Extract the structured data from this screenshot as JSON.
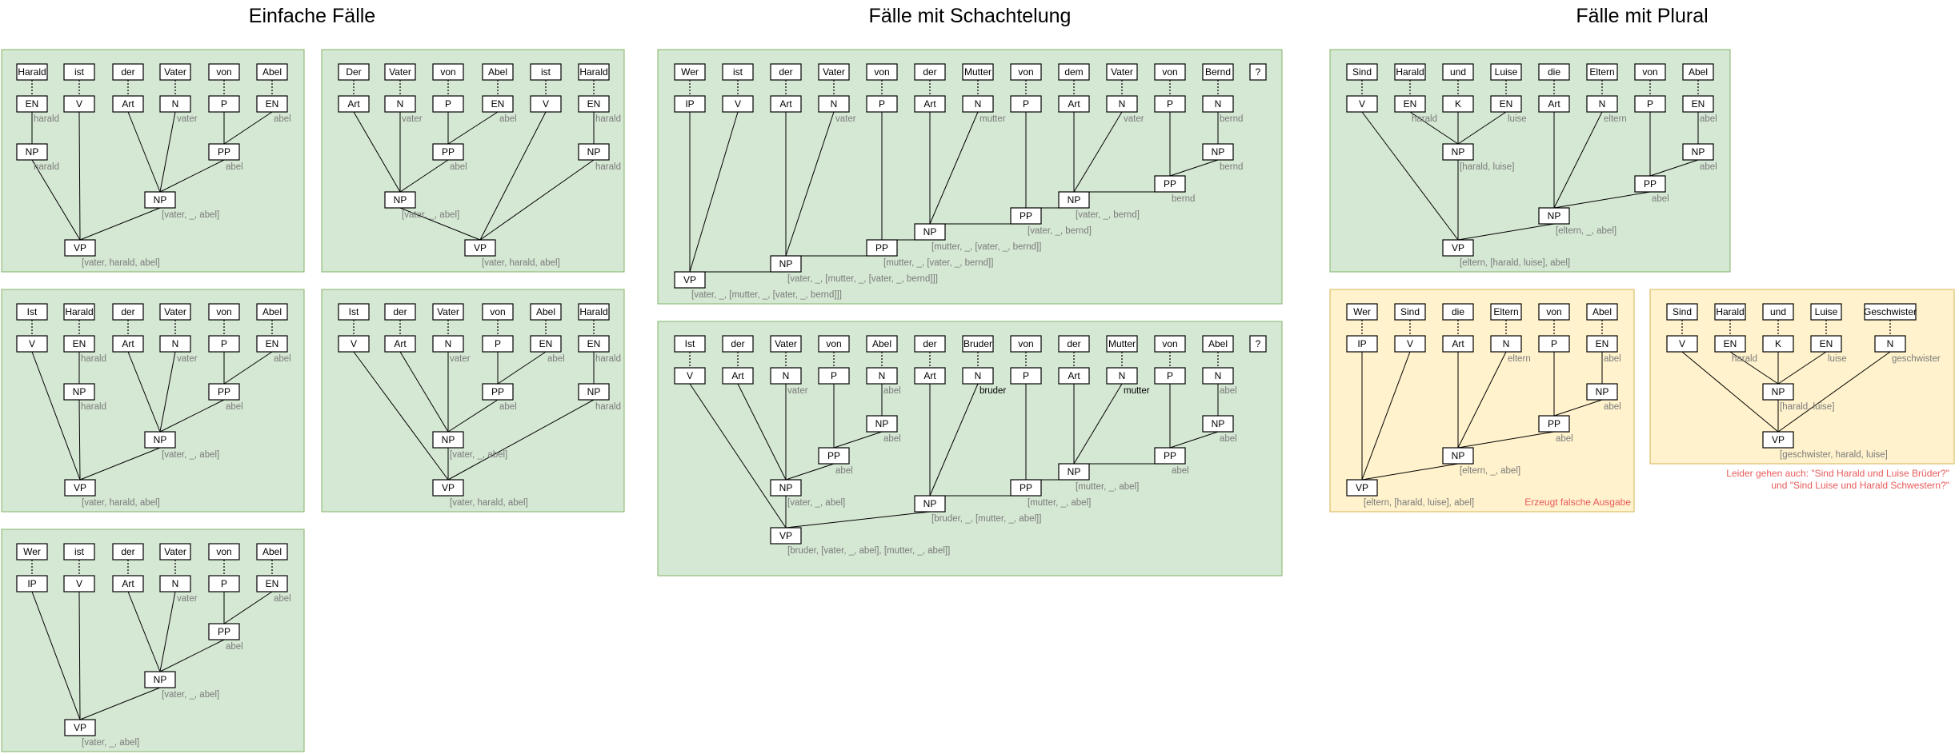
{
  "headers": [
    "Einfache Fälle",
    "Fälle mit Schachtelung",
    "Fälle mit Plural"
  ],
  "colors": {
    "green_panel": "#d5e8d4",
    "yellow_panel": "#fff2cc",
    "warning_text": "#e85a5a"
  },
  "panels": [
    {
      "name": "einfach-1",
      "color": "green",
      "words": [
        "Harald",
        "ist",
        "der",
        "Vater",
        "von",
        "Abel"
      ],
      "pos": [
        "EN",
        "V",
        "Art",
        "N",
        "P",
        "EN"
      ],
      "sems": [
        "harald",
        "",
        "",
        "vater",
        "",
        "abel"
      ],
      "nodes": [
        {
          "label": "NP",
          "sem": "harald"
        },
        {
          "label": "PP",
          "sem": "abel"
        },
        {
          "label": "NP",
          "sem": "[vater, _, abel]"
        },
        {
          "label": "VP",
          "sem": "[vater, harald, abel]"
        }
      ]
    },
    {
      "name": "einfach-2",
      "color": "green",
      "words": [
        "Der",
        "Vater",
        "von",
        "Abel",
        "ist",
        "Harald"
      ],
      "pos": [
        "Art",
        "N",
        "P",
        "EN",
        "V",
        "EN"
      ],
      "sems": [
        "",
        "vater",
        "",
        "abel",
        "",
        "harald"
      ],
      "nodes": [
        {
          "label": "PP",
          "sem": "abel"
        },
        {
          "label": "NP",
          "sem": "harald"
        },
        {
          "label": "NP",
          "sem": "[vater, _, abel]"
        },
        {
          "label": "VP",
          "sem": "[vater, harald, abel]"
        }
      ]
    },
    {
      "name": "einfach-3",
      "color": "green",
      "words": [
        "Ist",
        "Harald",
        "der",
        "Vater",
        "von",
        "Abel"
      ],
      "pos": [
        "V",
        "EN",
        "Art",
        "N",
        "P",
        "EN"
      ],
      "sems": [
        "",
        "harald",
        "",
        "vater",
        "",
        "abel"
      ],
      "nodes": [
        {
          "label": "NP",
          "sem": "harald"
        },
        {
          "label": "PP",
          "sem": "abel"
        },
        {
          "label": "NP",
          "sem": "[vater, _, abel]"
        },
        {
          "label": "VP",
          "sem": "[vater, harald, abel]"
        }
      ]
    },
    {
      "name": "einfach-4",
      "color": "green",
      "words": [
        "Ist",
        "der",
        "Vater",
        "von",
        "Abel",
        "Harald"
      ],
      "pos": [
        "V",
        "Art",
        "N",
        "P",
        "EN",
        "EN"
      ],
      "sems": [
        "",
        "",
        "vater",
        "",
        "abel",
        "harald"
      ],
      "nodes": [
        {
          "label": "PP",
          "sem": "abel"
        },
        {
          "label": "NP",
          "sem": "harald"
        },
        {
          "label": "NP",
          "sem": "[vater, _, abel]"
        },
        {
          "label": "VP",
          "sem": "[vater, harald, abel]"
        }
      ]
    },
    {
      "name": "einfach-5",
      "color": "green",
      "words": [
        "Wer",
        "ist",
        "der",
        "Vater",
        "von",
        "Abel"
      ],
      "pos": [
        "IP",
        "V",
        "Art",
        "N",
        "P",
        "EN"
      ],
      "sems": [
        "",
        "",
        "",
        "vater",
        "",
        "abel"
      ],
      "nodes": [
        {
          "label": "PP",
          "sem": "abel"
        },
        {
          "label": "NP",
          "sem": "[vater, _, abel]"
        },
        {
          "label": "VP",
          "sem": "[vater, _, abel]"
        }
      ]
    },
    {
      "name": "schachtel-1",
      "color": "green",
      "words": [
        "Wer",
        "ist",
        "der",
        "Vater",
        "von",
        "der",
        "Mutter",
        "von",
        "dem",
        "Vater",
        "von",
        "Bernd",
        "?"
      ],
      "pos": [
        "IP",
        "V",
        "Art",
        "N",
        "P",
        "Art",
        "N",
        "P",
        "Art",
        "N",
        "P",
        "N"
      ],
      "sems": [
        "",
        "",
        "",
        "vater",
        "",
        "",
        "mutter",
        "",
        "",
        "vater",
        "",
        "bernd"
      ],
      "nodes": [
        {
          "label": "NP",
          "sem": "bernd"
        },
        {
          "label": "PP",
          "sem": "bernd"
        },
        {
          "label": "NP",
          "sem": "[vater, _, bernd]"
        },
        {
          "label": "PP",
          "sem": "[vater, _, bernd]"
        },
        {
          "label": "NP",
          "sem": "[mutter, _, [vater, _, bernd]]"
        },
        {
          "label": "PP",
          "sem": "[mutter, _, [vater, _, bernd]]"
        },
        {
          "label": "NP",
          "sem": "[vater, _, [mutter, _, [vater, _, bernd]]]"
        },
        {
          "label": "VP",
          "sem": "[vater, _, [mutter, _, [vater, _, bernd]]]"
        }
      ]
    },
    {
      "name": "schachtel-2",
      "color": "green",
      "words": [
        "Ist",
        "der",
        "Vater",
        "von",
        "Abel",
        "der",
        "Bruder",
        "von",
        "der",
        "Mutter",
        "von",
        "Abel",
        "?"
      ],
      "pos": [
        "V",
        "Art",
        "N",
        "P",
        "N",
        "Art",
        "N",
        "P",
        "Art",
        "N",
        "P",
        "N"
      ],
      "sems": [
        "",
        "",
        "vater",
        "",
        "abel",
        "",
        "bruder",
        "",
        "",
        "mutter",
        "",
        "abel"
      ],
      "nodes": [
        {
          "label": "NP",
          "sem": "abel"
        },
        {
          "label": "PP",
          "sem": "abel"
        },
        {
          "label": "NP",
          "sem": "[vater, _, abel]"
        },
        {
          "label": "NP",
          "sem": "abel"
        },
        {
          "label": "PP",
          "sem": "abel"
        },
        {
          "label": "NP",
          "sem": "[mutter, _, abel]"
        },
        {
          "label": "PP",
          "sem": "[mutter, _, abel]"
        },
        {
          "label": "NP",
          "sem": "[bruder, _, [mutter, _, abel]]"
        },
        {
          "label": "VP",
          "sem": "[bruder, [vater, _, abel], [mutter, _, abel]]"
        }
      ]
    },
    {
      "name": "plural-1",
      "color": "green",
      "words": [
        "Sind",
        "Harald",
        "und",
        "Luise",
        "die",
        "Eltern",
        "von",
        "Abel"
      ],
      "pos": [
        "V",
        "EN",
        "K",
        "EN",
        "Art",
        "N",
        "P",
        "EN"
      ],
      "sems": [
        "",
        "harald",
        "",
        "luise",
        "",
        "eltern",
        "",
        "abel"
      ],
      "nodes": [
        {
          "label": "NP",
          "sem": "[harald, luise]"
        },
        {
          "label": "NP",
          "sem": "abel"
        },
        {
          "label": "PP",
          "sem": "abel"
        },
        {
          "label": "NP",
          "sem": "[eltern, _, abel]"
        },
        {
          "label": "VP",
          "sem": "[eltern, [harald, luise], abel]"
        }
      ]
    },
    {
      "name": "plural-2",
      "color": "yellow",
      "words": [
        "Wer",
        "Sind",
        "die",
        "Eltern",
        "von",
        "Abel"
      ],
      "pos": [
        "IP",
        "V",
        "Art",
        "N",
        "P",
        "EN"
      ],
      "sems": [
        "",
        "",
        "",
        "eltern",
        "",
        "abel"
      ],
      "nodes": [
        {
          "label": "NP",
          "sem": "abel"
        },
        {
          "label": "PP",
          "sem": "abel"
        },
        {
          "label": "NP",
          "sem": "[eltern, _, abel]"
        },
        {
          "label": "VP",
          "sem": "[eltern, [harald, luise], abel]"
        }
      ],
      "note": "Erzeugt falsche Ausgabe"
    },
    {
      "name": "plural-3",
      "color": "yellow",
      "words": [
        "Sind",
        "Harald",
        "und",
        "Luise",
        "Geschwister"
      ],
      "pos": [
        "V",
        "EN",
        "K",
        "EN",
        "N"
      ],
      "sems": [
        "",
        "harald",
        "",
        "luise",
        "geschwister"
      ],
      "nodes": [
        {
          "label": "NP",
          "sem": "[harald, luise]"
        },
        {
          "label": "VP",
          "sem": "[geschwister, harald, luise]"
        }
      ],
      "note_lines": [
        "Leider gehen auch: \"Sind Harald und Luise Brüder?\"",
        "und \"Sind Luise und Harald Schwestern?\""
      ]
    }
  ]
}
